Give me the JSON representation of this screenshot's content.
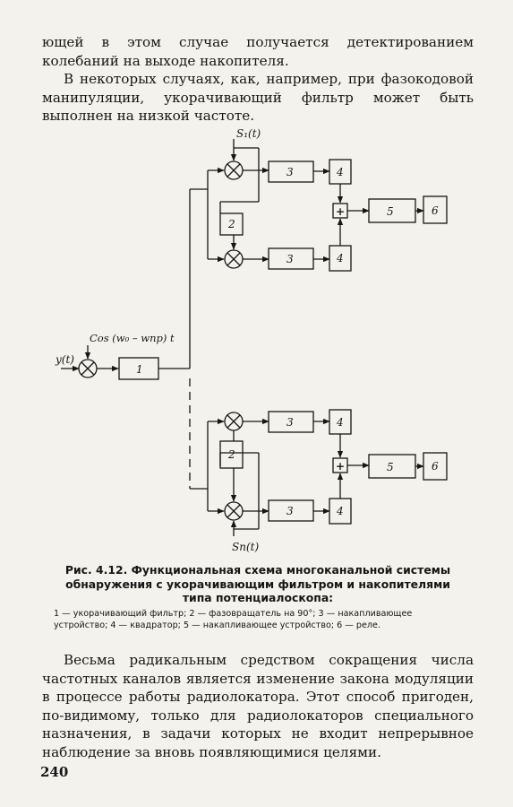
{
  "intro": {
    "p1": "ющей в этом случае получается детектированием колебаний на выходе накопителя.",
    "p2": "В некоторых случаях, как, например, при фазокодовой манипуляции, укорачивающий фильтр может быть выполнен на низкой частоте."
  },
  "diagram": {
    "input_label": "y(t)",
    "lo_label": "Cos (w₀ – wпр) t",
    "s1_label": "S₁(t)",
    "sn_label": "Sn(t)",
    "blocks": {
      "filter": "1",
      "phase_shifter": "2",
      "accumulator": "3",
      "squarer": "4",
      "adder": "+",
      "accumulating_device": "5",
      "relay": "6"
    }
  },
  "caption": {
    "title": "Рис. 4.12. Функциональная схема многоканальной системы обнаружения с укорачивающим фильтром и накопителями типа потенциалоскопа:",
    "legend_line1": "1 — укорачивающий фильтр; 2 — фазовращатель на 90°; 3 — накапливающее",
    "legend_line2": "устройство; 4 — квадратор; 5 — накапливающее устройство; 6 — реле."
  },
  "outro": {
    "p1": "Весьма радикальным средством сокращения числа частотных каналов является изменение закона модуляции в процессе работы радиолокатора. Этот способ пригоден, по-видимому, только для радиолокаторов специального назначения, в задачи которых не входит непрерывное наблюдение за вновь появляющимися целями."
  },
  "page_number": "240"
}
